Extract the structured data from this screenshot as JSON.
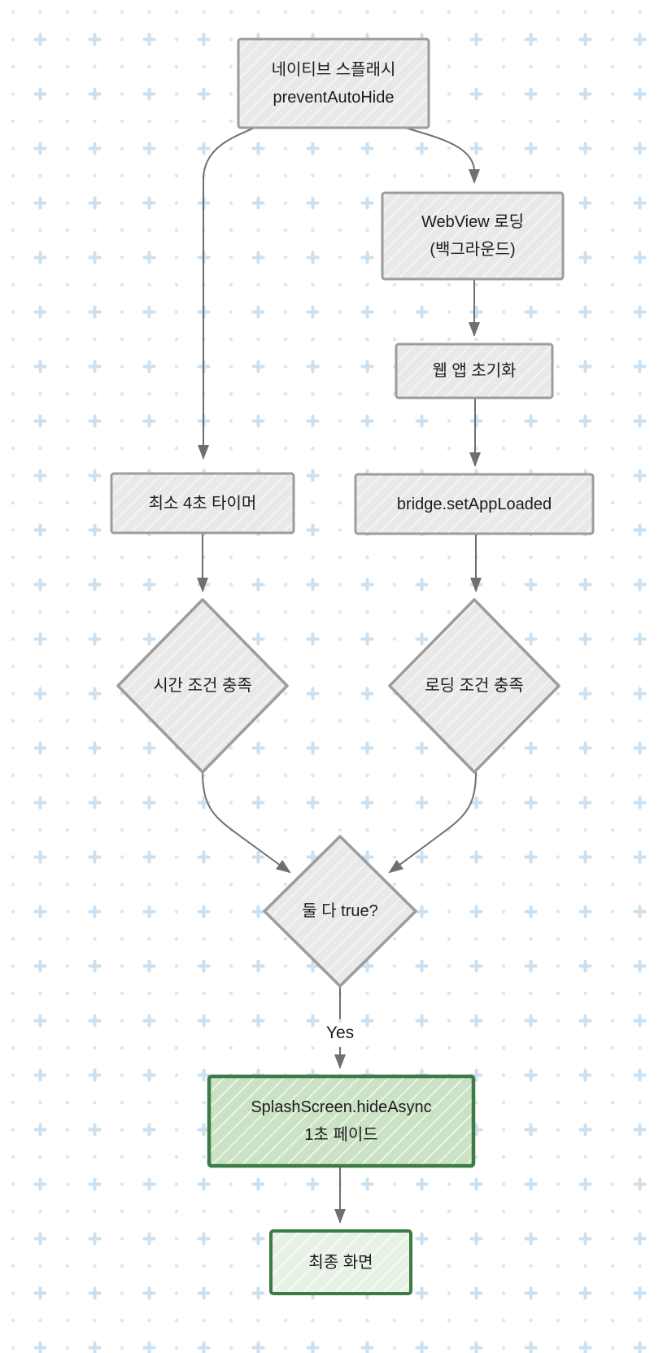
{
  "diagram": {
    "type": "flowchart",
    "nodes": {
      "native_splash": {
        "line1": "네이티브 스플래시",
        "line2": "preventAutoHide",
        "shape": "rectangle",
        "style": "gray"
      },
      "webview_loading": {
        "line1": "WebView 로딩",
        "line2": "(백그라운드)",
        "shape": "rectangle",
        "style": "gray"
      },
      "web_app_init": {
        "label": "웹 앱 초기화",
        "shape": "rectangle",
        "style": "gray"
      },
      "bridge_set_app_loaded": {
        "label": "bridge.setAppLoaded",
        "shape": "rectangle",
        "style": "gray"
      },
      "min_timer": {
        "label": "최소 4초 타이머",
        "shape": "rectangle",
        "style": "gray"
      },
      "time_condition": {
        "label": "시간 조건 충족",
        "shape": "diamond",
        "style": "gray"
      },
      "loading_condition": {
        "label": "로딩 조건 충족",
        "shape": "diamond",
        "style": "gray"
      },
      "both_true": {
        "label": "둘 다 true?",
        "shape": "diamond",
        "style": "gray"
      },
      "hide_async": {
        "line1": "SplashScreen.hideAsync",
        "line2": "1초 페이드",
        "shape": "rectangle",
        "style": "green"
      },
      "final_screen": {
        "label": "최종 화면",
        "shape": "rectangle",
        "style": "green-light"
      }
    },
    "edges": {
      "yes_label": "Yes",
      "connections": [
        "native_splash -> min_timer",
        "native_splash -> webview_loading",
        "webview_loading -> web_app_init",
        "web_app_init -> bridge_set_app_loaded",
        "bridge_set_app_loaded -> loading_condition",
        "min_timer -> time_condition",
        "time_condition -> both_true",
        "loading_condition -> both_true",
        "both_true -> hide_async (Yes)",
        "hide_async -> final_screen"
      ]
    },
    "colors": {
      "node_fill": "#e9e9e9",
      "node_border": "#9c9c9c",
      "accent_fill": "#cbe2c5",
      "accent_fill_light": "#e7f1e5",
      "accent_border": "#3c7b46",
      "arrow": "#6f6f6f",
      "text": "#1c1c1c",
      "grid_dot": "#d9e8f3",
      "grid_cross": "#cbe0f0",
      "background": "#ffffff"
    }
  }
}
